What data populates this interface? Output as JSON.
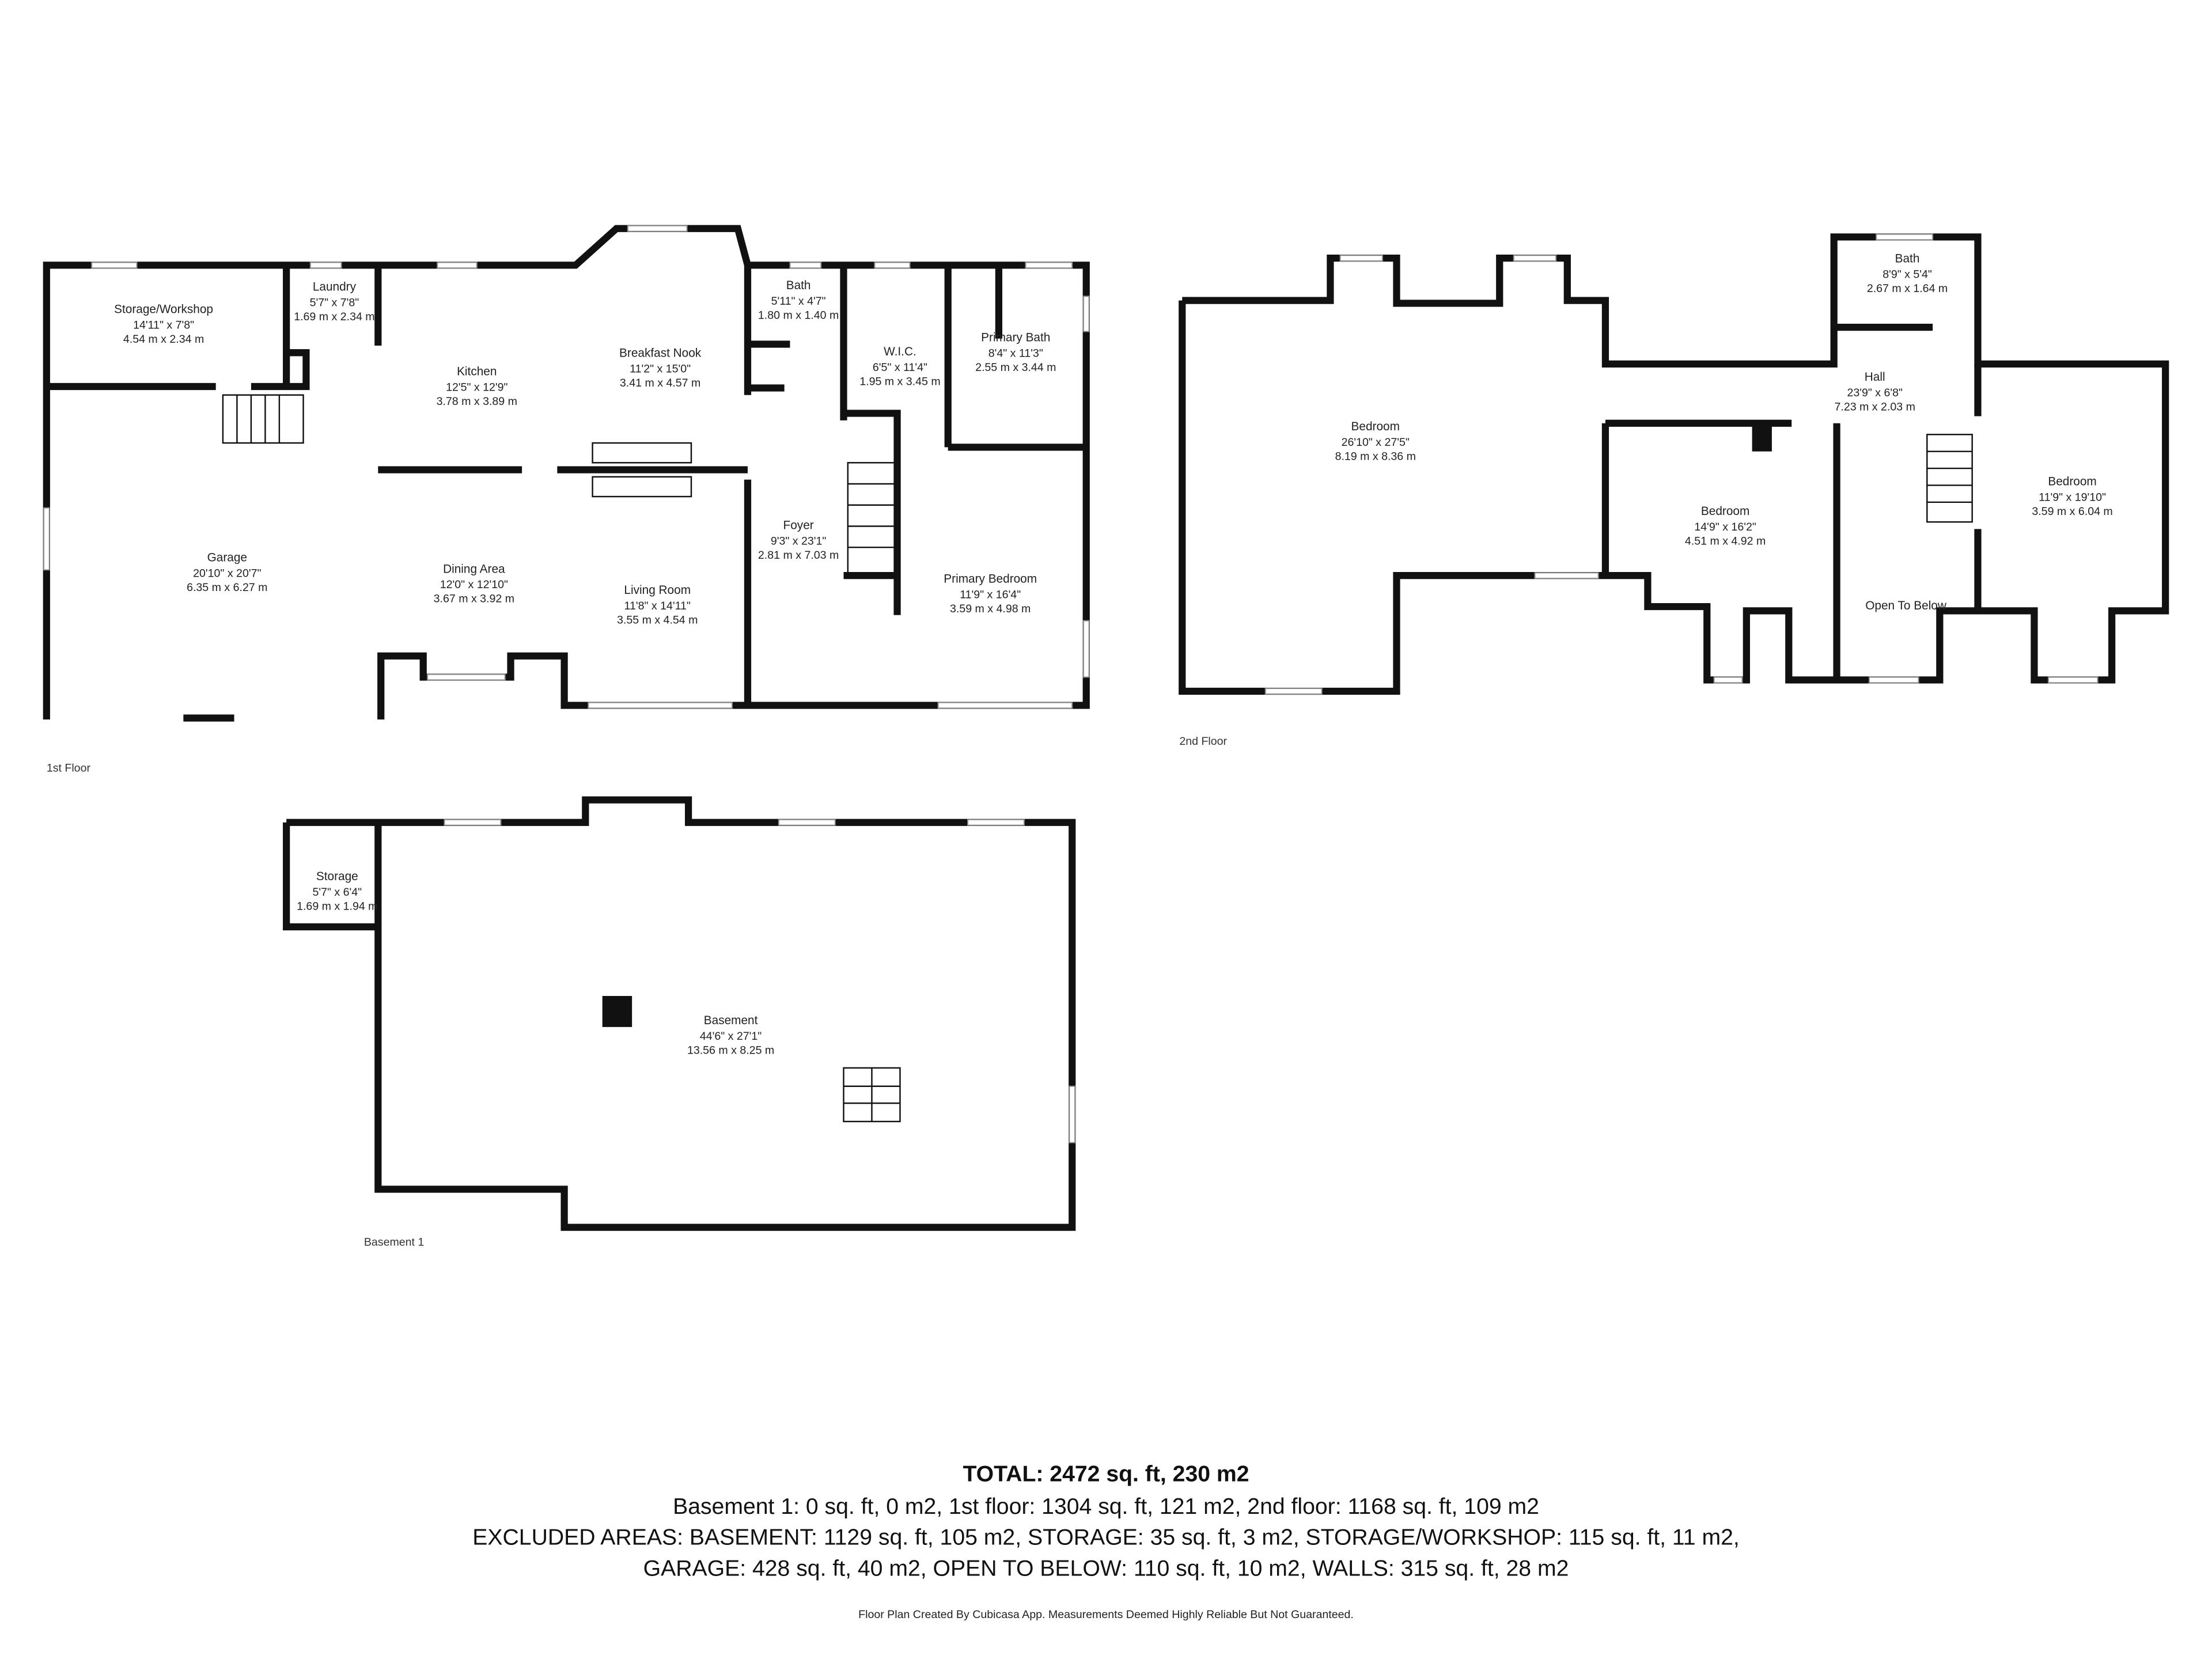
{
  "floors": {
    "first": {
      "label": "1st Floor",
      "rooms": [
        {
          "name": "Storage/Workshop",
          "imperial": "14'11\" x 7'8\"",
          "metric": "4.54 m x 2.34 m"
        },
        {
          "name": "Laundry",
          "imperial": "5'7\" x 7'8\"",
          "metric": "1.69 m x 2.34 m"
        },
        {
          "name": "Kitchen",
          "imperial": "12'5\" x 12'9\"",
          "metric": "3.78 m x 3.89 m"
        },
        {
          "name": "Breakfast Nook",
          "imperial": "11'2\" x 15'0\"",
          "metric": "3.41 m x 4.57 m"
        },
        {
          "name": "Bath",
          "imperial": "5'11\" x 4'7\"",
          "metric": "1.80 m x 1.40 m"
        },
        {
          "name": "W.I.C.",
          "imperial": "6'5\" x 11'4\"",
          "metric": "1.95 m x 3.45 m"
        },
        {
          "name": "Primary Bath",
          "imperial": "8'4\" x 11'3\"",
          "metric": "2.55 m x 3.44 m"
        },
        {
          "name": "Garage",
          "imperial": "20'10\" x 20'7\"",
          "metric": "6.35 m x 6.27 m"
        },
        {
          "name": "Dining Area",
          "imperial": "12'0\" x 12'10\"",
          "metric": "3.67 m x 3.92 m"
        },
        {
          "name": "Living Room",
          "imperial": "11'8\" x 14'11\"",
          "metric": "3.55 m x 4.54 m"
        },
        {
          "name": "Foyer",
          "imperial": "9'3\" x 23'1\"",
          "metric": "2.81 m x 7.03 m"
        },
        {
          "name": "Primary Bedroom",
          "imperial": "11'9\" x 16'4\"",
          "metric": "3.59 m x 4.98 m"
        }
      ]
    },
    "second": {
      "label": "2nd Floor",
      "rooms": [
        {
          "name": "Bedroom",
          "imperial": "26'10\" x 27'5\"",
          "metric": "8.19 m x 8.36 m"
        },
        {
          "name": "Bath",
          "imperial": "8'9\" x 5'4\"",
          "metric": "2.67 m x 1.64 m"
        },
        {
          "name": "Hall",
          "imperial": "23'9\" x 6'8\"",
          "metric": "7.23 m x 2.03 m"
        },
        {
          "name": "Bedroom",
          "imperial": "14'9\" x 16'2\"",
          "metric": "4.51 m x 4.92 m"
        },
        {
          "name": "Bedroom",
          "imperial": "11'9\" x 19'10\"",
          "metric": "3.59 m x 6.04 m"
        },
        {
          "name": "Open To Below"
        }
      ]
    },
    "basement": {
      "label": "Basement 1",
      "rooms": [
        {
          "name": "Storage",
          "imperial": "5'7\" x 6'4\"",
          "metric": "1.69 m x 1.94 m"
        },
        {
          "name": "Basement",
          "imperial": "44'6\" x 27'1\"",
          "metric": "13.56 m x 8.25 m"
        }
      ]
    }
  },
  "summary": {
    "total": "TOTAL: 2472 sq. ft, 230 m2",
    "line1": "Basement 1: 0 sq. ft, 0 m2, 1st floor: 1304 sq. ft, 121 m2, 2nd floor: 1168 sq. ft, 109 m2",
    "line2": "EXCLUDED AREAS: BASEMENT: 1129 sq. ft, 105 m2, STORAGE: 35 sq. ft, 3 m2, STORAGE/WORKSHOP: 115 sq. ft, 11 m2,",
    "line3": "GARAGE: 428 sq. ft, 40 m2, OPEN TO BELOW: 110 sq. ft, 10 m2, WALLS: 315 sq. ft, 28 m2",
    "disclaimer": "Floor Plan Created By Cubicasa App. Measurements Deemed Highly Reliable But Not Guaranteed."
  }
}
